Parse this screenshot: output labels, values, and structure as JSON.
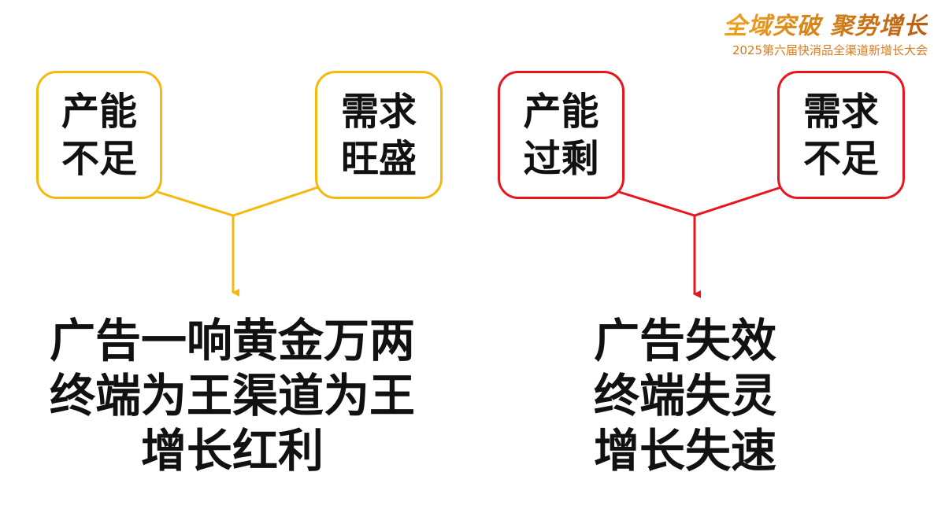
{
  "brand": {
    "title": "全域突破 聚势增长",
    "subtitle": "2025第六届快消品全渠道新增长大会"
  },
  "colors": {
    "left_accent": "#f5b90e",
    "right_accent": "#e8141e",
    "text": "#111111"
  },
  "left_diagram": {
    "box_left": "产能不足",
    "box_right": "需求旺盛",
    "result_lines": [
      "广告一响黄金万两",
      "终端为王渠道为王",
      "增长红利"
    ]
  },
  "right_diagram": {
    "box_left": "产能过剩",
    "box_right": "需求不足",
    "result_lines": [
      "广告失效",
      "终端失灵",
      "增长失速"
    ]
  }
}
